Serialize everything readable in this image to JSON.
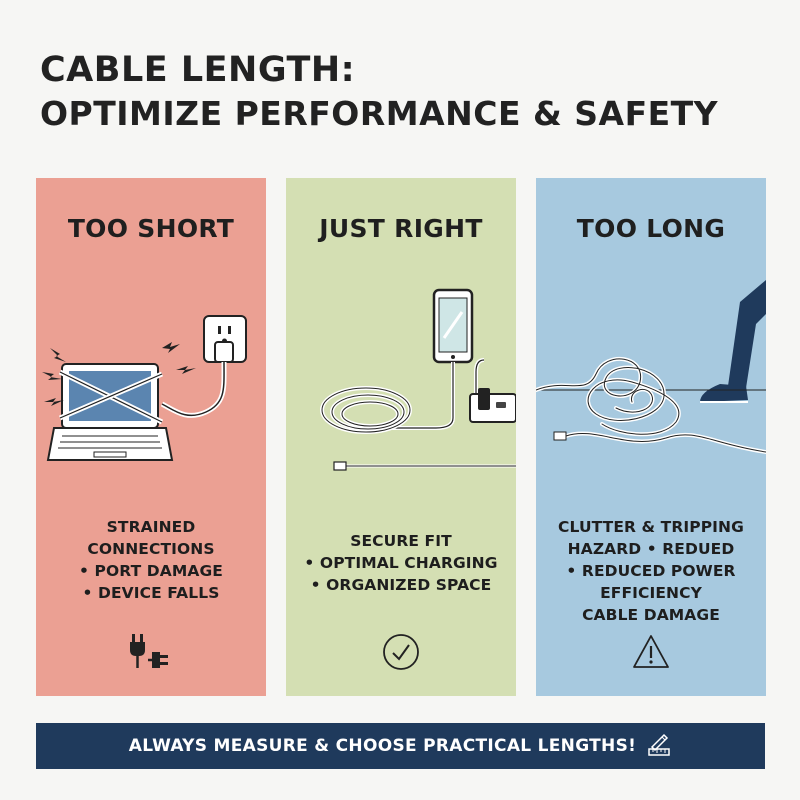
{
  "header": {
    "title_line1": "CABLE LENGTH:",
    "title_line2": "OPTIMIZE PERFORMANCE & SAFETY"
  },
  "panels": {
    "too_short": {
      "heading": "TOO SHORT",
      "points": [
        "STRAINED",
        "CONNECTIONS",
        "• PORT DAMAGE",
        "• DEVICE FALLS"
      ],
      "badge_icon": "unplugged-plug-icon",
      "color": "#eba093"
    },
    "just_right": {
      "heading": "JUST RIGHT",
      "points": [
        "SECURE FIT",
        "• OPTIMAL CHARGING",
        "• ORGANIZED SPACE"
      ],
      "badge_icon": "checkmark-circle-icon",
      "color": "#d4dfb3"
    },
    "too_long": {
      "heading": "TOO LONG",
      "points": [
        "CLUTTER & TRIPPING",
        "HAZARD • REDUED",
        "• REDUCED POWER EFFICIENCY",
        "CABLE DAMAGE"
      ],
      "badge_icon": "warning-triangle-icon",
      "color": "#a7c9df"
    }
  },
  "footer": {
    "banner_text": "ALWAYS MEASURE & CHOOSE PRACTICAL LENGTHS!",
    "banner_icon": "ruler-pencil-icon",
    "color": "#1f3a5c"
  }
}
